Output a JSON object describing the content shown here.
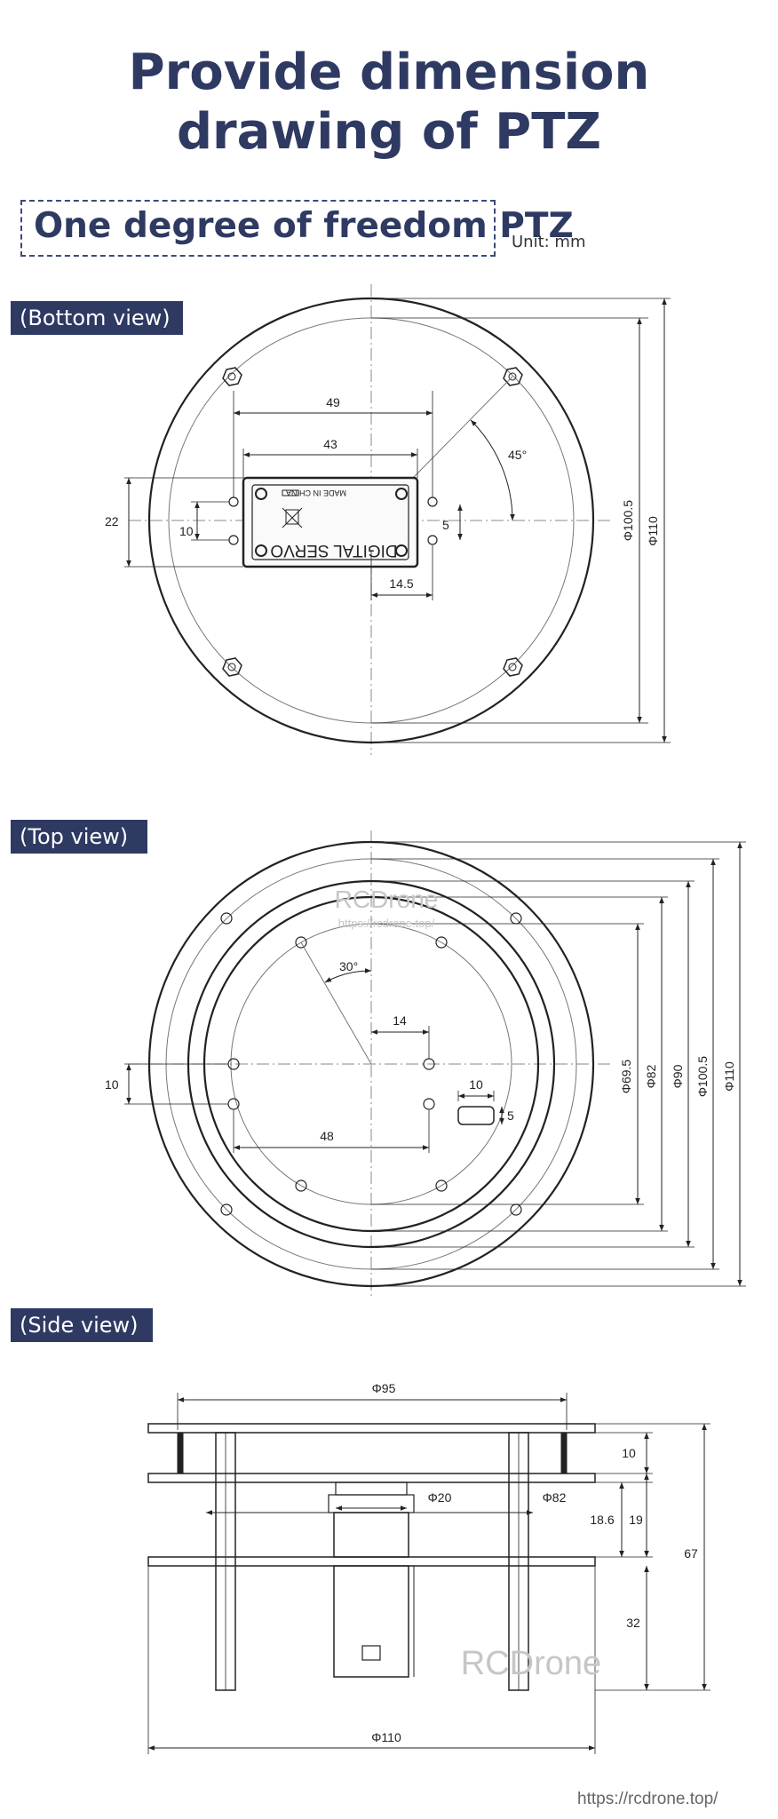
{
  "header": {
    "title_line1": "Provide dimension",
    "title_line2": "drawing of PTZ",
    "subtitle": "One degree of freedom PTZ",
    "unit": "Unit: mm"
  },
  "views": {
    "bottom": {
      "label": "(Bottom view)",
      "dims": {
        "d49": "49",
        "d43": "43",
        "d45": "45°",
        "d22": "22",
        "d10": "10",
        "d5": "5",
        "d14_5": "14.5",
        "phi100_5": "Φ100.5",
        "phi110": "Φ110"
      },
      "servo": {
        "made_in": "MADE IN CHINA",
        "model": "DIGITAL SERVO"
      }
    },
    "top": {
      "label": "(Top view)",
      "watermark": "RCDrone",
      "watermark_url": "https://rcdrone.top/",
      "dims": {
        "d30": "30°",
        "d14": "14",
        "d10_left": "10",
        "d10_slot": "10",
        "d5": "5",
        "d48": "48",
        "phi69_5": "Φ69.5",
        "phi82": "Φ82",
        "phi90": "Φ90",
        "phi100_5": "Φ100.5",
        "phi110": "Φ110"
      }
    },
    "side": {
      "label": "(Side view)",
      "watermark": "RCDrone",
      "dims": {
        "phi95": "Φ95",
        "phi20": "Φ20",
        "phi82": "Φ82",
        "d10": "10",
        "d18_6": "18.6",
        "d19": "19",
        "d67": "67",
        "d32": "32",
        "phi110": "Φ110"
      }
    }
  },
  "footer": {
    "url": "https://rcdrone.top/"
  }
}
